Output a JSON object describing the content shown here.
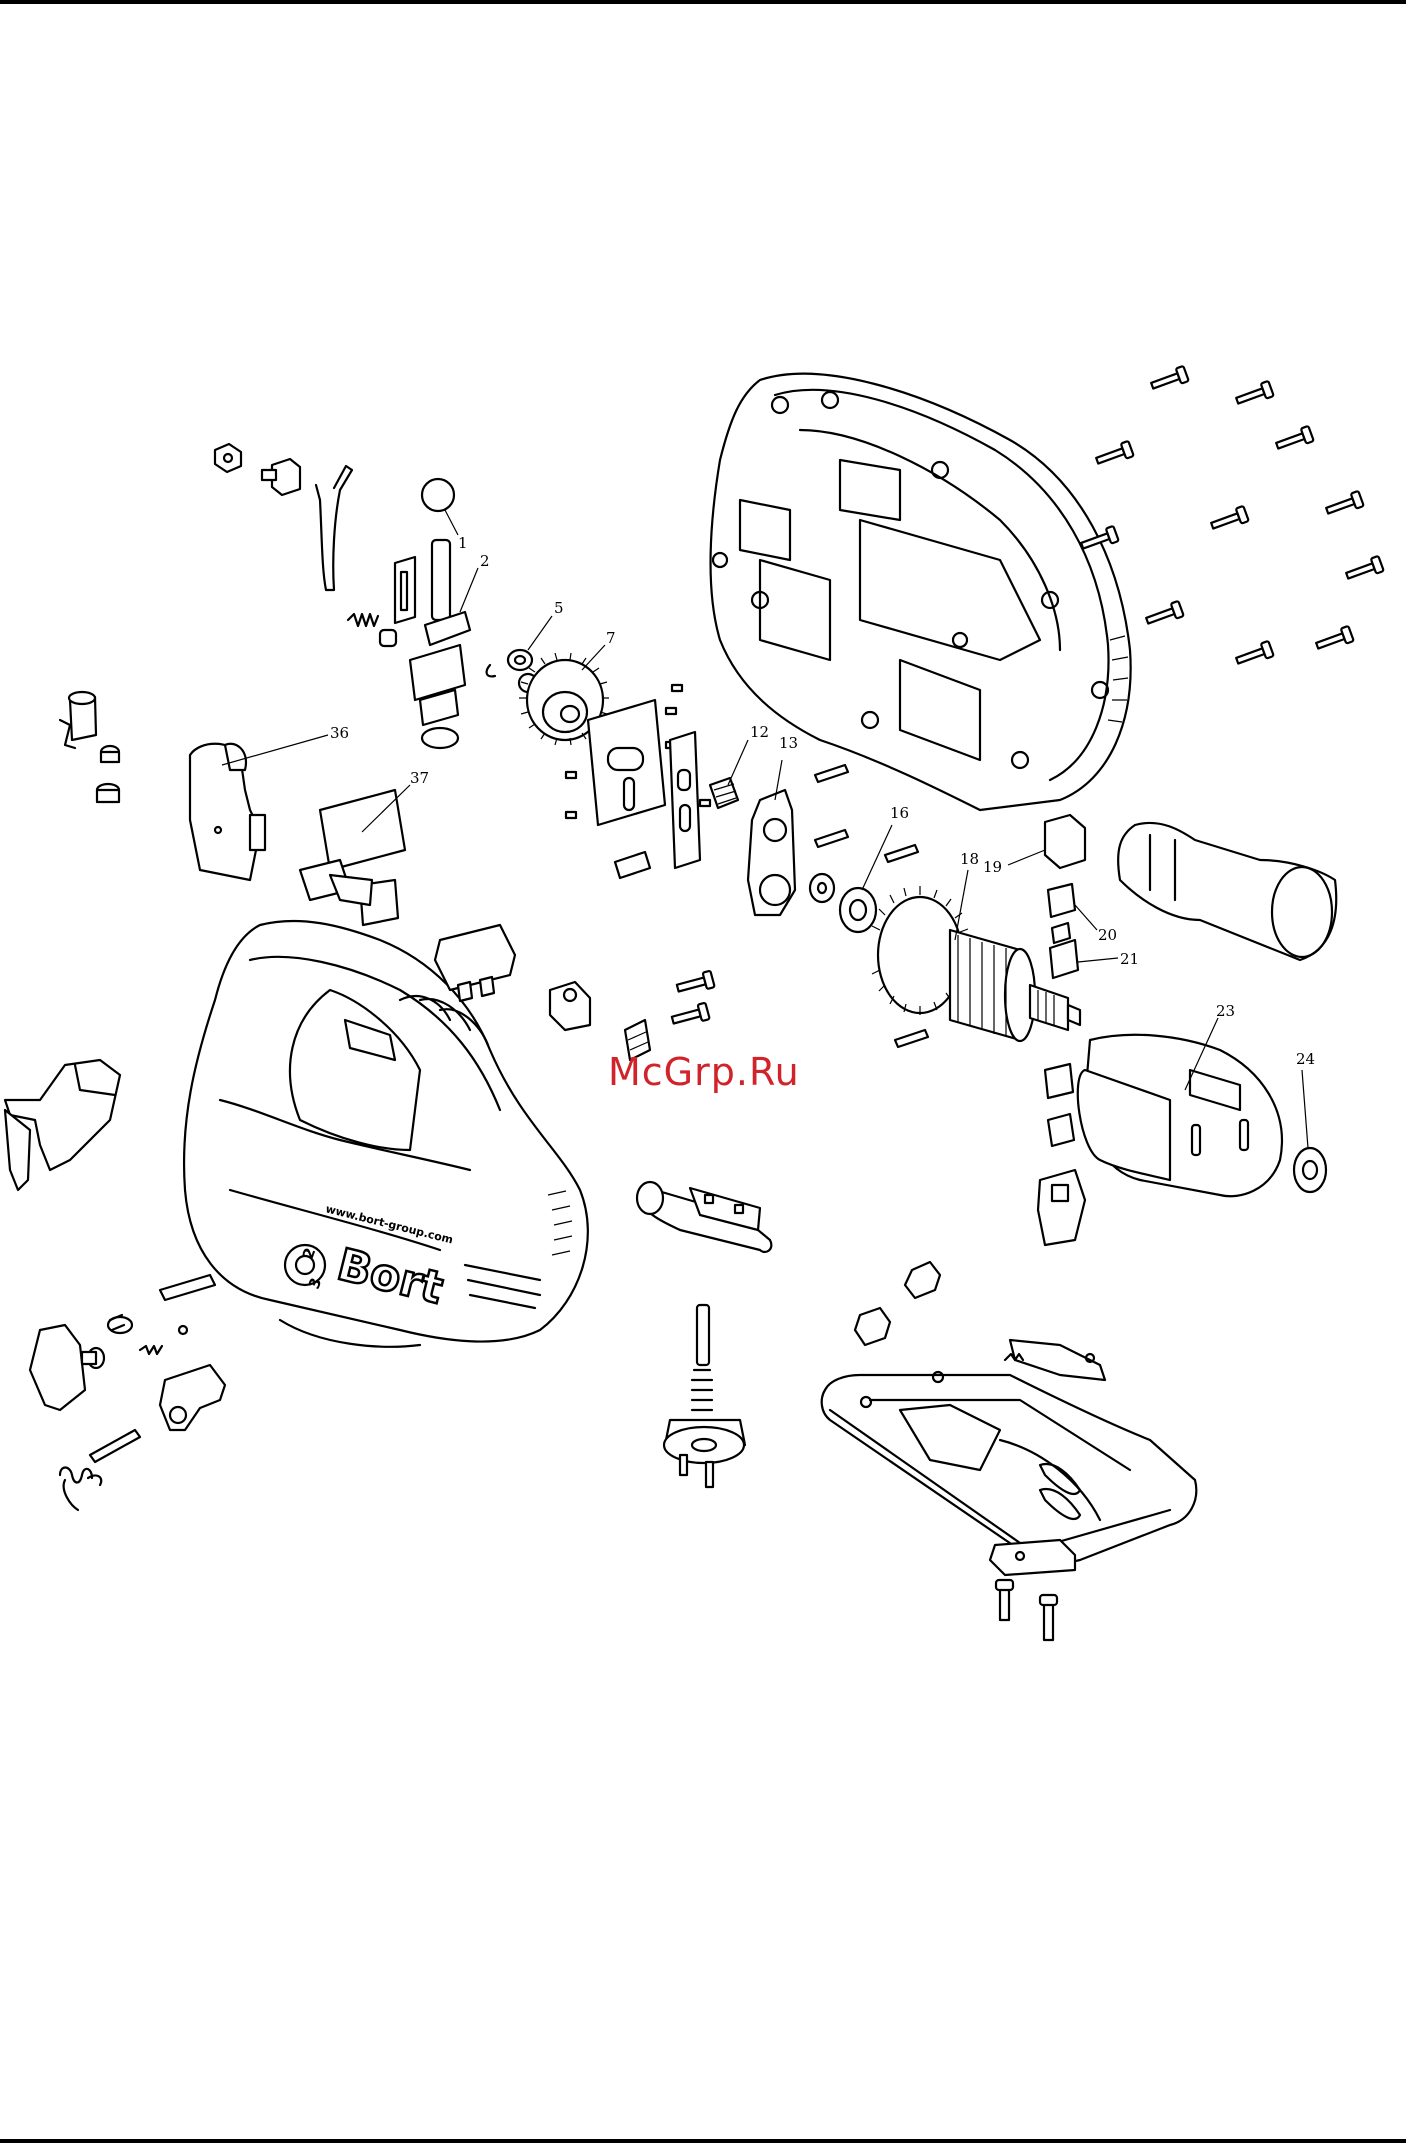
{
  "watermark": "McGrp.Ru",
  "brand": {
    "logo_text": "Bort",
    "website": "www.bort-group.com",
    "dial_digits": [
      "2",
      "3"
    ]
  },
  "part_labels": [
    {
      "id": "1",
      "text": "1"
    },
    {
      "id": "2",
      "text": "2"
    },
    {
      "id": "5",
      "text": "5"
    },
    {
      "id": "7",
      "text": "7"
    },
    {
      "id": "12",
      "text": "12"
    },
    {
      "id": "13",
      "text": "13"
    },
    {
      "id": "16",
      "text": "16"
    },
    {
      "id": "18",
      "text": "18"
    },
    {
      "id": "19",
      "text": "19"
    },
    {
      "id": "20",
      "text": "20"
    },
    {
      "id": "21",
      "text": "21"
    },
    {
      "id": "23",
      "text": "23"
    },
    {
      "id": "24",
      "text": "24"
    },
    {
      "id": "36",
      "text": "36"
    },
    {
      "id": "37",
      "text": "37"
    }
  ],
  "colors": {
    "line": "#000000",
    "watermark": "#d0232a",
    "background": "#ffffff"
  }
}
